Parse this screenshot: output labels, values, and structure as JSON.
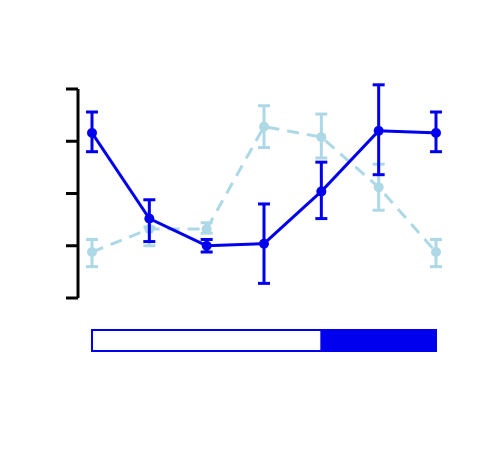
{
  "chart_data": {
    "type": "line",
    "title": "",
    "xlabel": "",
    "ylabel": "",
    "x": [
      1,
      2,
      3,
      4,
      5,
      6,
      7
    ],
    "ylim": [
      0,
      1
    ],
    "yticks": [
      0,
      0.25,
      0.5,
      0.75,
      1
    ],
    "grid": false,
    "series": [
      {
        "style": "solid",
        "color": "#0000ee",
        "values": [
          0.79,
          0.38,
          0.25,
          0.26,
          0.51,
          0.8,
          0.79
        ],
        "err_low": [
          0.7,
          0.27,
          0.22,
          0.07,
          0.38,
          0.59,
          0.7
        ],
        "err_high": [
          0.89,
          0.47,
          0.28,
          0.45,
          0.65,
          1.02,
          0.89
        ]
      },
      {
        "style": "dashed",
        "color": "#add8e6",
        "values": [
          0.22,
          0.33,
          0.33,
          0.82,
          0.77,
          0.53,
          0.22
        ],
        "err_low": [
          0.15,
          0.25,
          0.31,
          0.72,
          0.67,
          0.42,
          0.15
        ],
        "err_high": [
          0.28,
          0.34,
          0.36,
          0.92,
          0.88,
          0.64,
          0.28
        ]
      }
    ],
    "range_bar": {
      "min": 1,
      "max": 7,
      "filled_from": 5,
      "filled_to": 7,
      "color": "#0000ee"
    }
  }
}
